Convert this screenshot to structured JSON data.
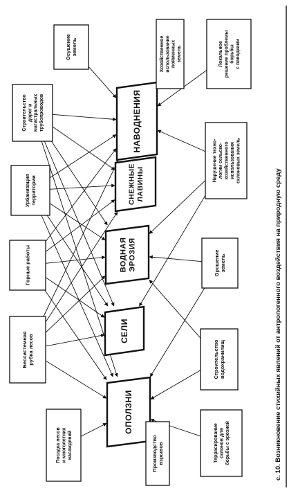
{
  "caption": "с. 10. Возникновение стихийных явлений от антропогенного воздействия на природную среду",
  "phenomena": [
    {
      "id": "floods",
      "label": "НАВОДНЕНИЯ"
    },
    {
      "id": "avalanches",
      "label": "СНЕЖНЫЕ ЛАВИНЫ"
    },
    {
      "id": "erosion",
      "label": "ВОДНАЯ ЭРОЗИЯ"
    },
    {
      "id": "mudflows",
      "label": "СЕЛИ"
    },
    {
      "id": "landslides",
      "label": "ОПОЛЗНИ"
    }
  ],
  "left_factors": [
    {
      "id": "f-construction",
      "label": "Строительство дорог и магистральных трубопроводов"
    },
    {
      "id": "f-urban",
      "label": "Урбанизация территории"
    },
    {
      "id": "f-mining",
      "label": "Горные работы"
    },
    {
      "id": "f-logging",
      "label": "Бессистемная рубка лесов"
    },
    {
      "id": "f-planting",
      "label": "Посадка лесов и многолетних насаждений"
    },
    {
      "id": "f-blasting",
      "label": "Производство взрывов"
    }
  ],
  "right_factors": [
    {
      "id": "f-drainage",
      "label": "Осушение земель"
    },
    {
      "id": "f-floodplain",
      "label": "Хозяйственное использование пойменных земель"
    },
    {
      "id": "f-local",
      "label": "Локальное решение проблемы борьбы с паводками"
    },
    {
      "id": "f-agrotech",
      "label": "Нарушение техно-логии сельско-хозяйственного использования склоновых земель"
    },
    {
      "id": "f-irrigation",
      "label": "Орошение земель"
    },
    {
      "id": "f-reservoir",
      "label": "Строительство водохранилищ"
    },
    {
      "id": "f-terracing",
      "label": "Террасирование склонов для борьбы с эрозией"
    }
  ],
  "connections": [
    [
      "f-construction",
      "floods"
    ],
    [
      "f-construction",
      "avalanches"
    ],
    [
      "f-construction",
      "erosion"
    ],
    [
      "f-construction",
      "mudflows"
    ],
    [
      "f-construction",
      "landslides"
    ],
    [
      "f-urban",
      "floods"
    ],
    [
      "f-urban",
      "avalanches"
    ],
    [
      "f-urban",
      "erosion"
    ],
    [
      "f-urban",
      "mudflows"
    ],
    [
      "f-urban",
      "landslides"
    ],
    [
      "f-mining",
      "floods"
    ],
    [
      "f-mining",
      "avalanches"
    ],
    [
      "f-mining",
      "erosion"
    ],
    [
      "f-mining",
      "mudflows"
    ],
    [
      "f-mining",
      "landslides"
    ],
    [
      "f-logging",
      "floods"
    ],
    [
      "f-logging",
      "avalanches"
    ],
    [
      "f-logging",
      "erosion"
    ],
    [
      "f-logging",
      "mudflows"
    ],
    [
      "f-logging",
      "landslides"
    ],
    [
      "f-planting",
      "landslides"
    ],
    [
      "f-blasting",
      "landslides"
    ],
    [
      "f-drainage",
      "floods"
    ],
    [
      "f-floodplain",
      "floods"
    ],
    [
      "f-local",
      "floods"
    ],
    [
      "f-agrotech",
      "floods"
    ],
    [
      "f-agrotech",
      "erosion"
    ],
    [
      "f-agrotech",
      "mudflows"
    ],
    [
      "f-irrigation",
      "erosion"
    ],
    [
      "f-irrigation",
      "landslides"
    ],
    [
      "f-reservoir",
      "landslides"
    ],
    [
      "f-reservoir",
      "erosion"
    ],
    [
      "f-terracing",
      "landslides"
    ]
  ]
}
